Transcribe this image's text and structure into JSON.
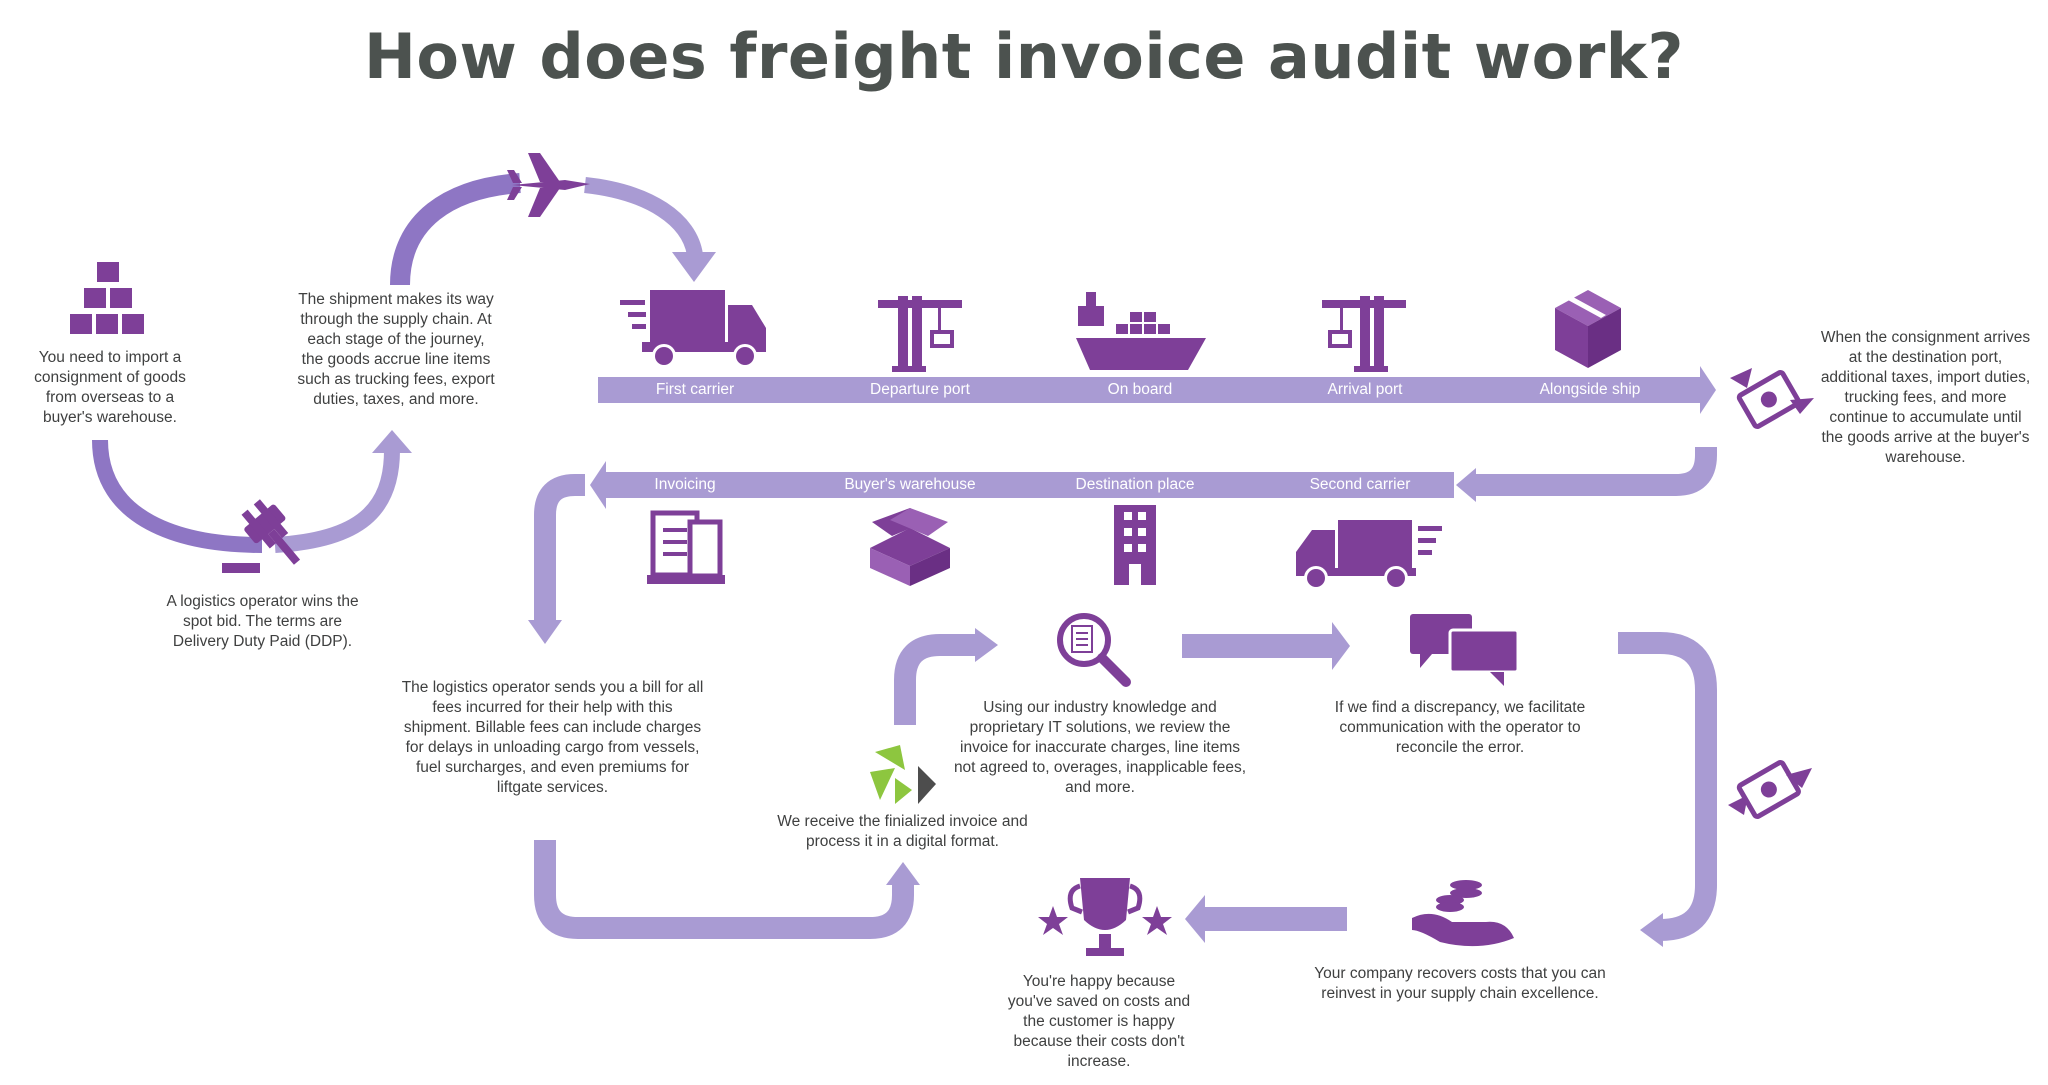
{
  "title": "How does freight invoice audit work?",
  "colors": {
    "dark_purple": "#7e3f98",
    "light_purple": "#a99bd3",
    "mid_purple": "#8e76c4",
    "green": "#8dc63f",
    "dark_gray": "#4d4d4d"
  },
  "steps": {
    "import": "You need to import a consignment of goods from overseas to a buyer's warehouse.",
    "bid": "A logistics operator wins the spot bid. The terms are Delivery Duty Paid (DDP).",
    "shipment": "The shipment makes its way through the supply chain. At each stage of the journey, the goods accrue line items such as trucking fees, export duties, taxes, and more.",
    "arrives": "When the consignment arrives at the destination port, additional taxes, import duties, trucking fees, and more continue to accumulate until the goods arrive at the buyer's warehouse.",
    "bill": "The logistics operator sends you a bill for all fees incurred for their help with this shipment. Billable fees can include charges for delays in unloading cargo from vessels, fuel surcharges, and even premiums for liftgate services.",
    "receive": "We receive the finialized invoice and process it in a digital format.",
    "review": "Using our industry knowledge and proprietary IT solutions, we review the invoice for inaccurate charges, line items not agreed to, overages, inapplicable fees, and more.",
    "discrepancy": "If we find a discrepancy, we facilitate communication with the operator to reconcile the error.",
    "recover": "Your company recovers costs that you can reinvest in your supply chain excellence.",
    "happy": "You're happy because you've saved on costs and the customer is happy because their costs don't increase."
  },
  "top_stages": [
    "First carrier",
    "Departure port",
    "On board",
    "Arrival port",
    "Alongside ship"
  ],
  "bottom_stages": [
    "Invoicing",
    "Buyer's warehouse",
    "Destination place",
    "Second carrier"
  ],
  "icons": [
    "boxes-icon",
    "gavel-icon",
    "airplane-icon",
    "truck-icon",
    "crane-icon",
    "cargo-ship-icon",
    "box-icon",
    "flying-money-icon",
    "receipt-icon",
    "open-box-icon",
    "building-icon",
    "magnifier-icon",
    "chat-icon",
    "logo-icon",
    "coins-hand-icon",
    "trophy-icon"
  ]
}
